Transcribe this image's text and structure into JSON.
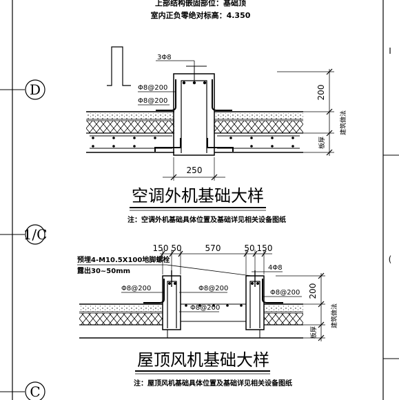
{
  "header": {
    "line1": "上部结构嵌固部位：基础顶",
    "line2": "室内正负零绝对标高：4.350"
  },
  "axes": [
    {
      "id": "D",
      "label": "D"
    },
    {
      "id": "1C",
      "label": "1/C"
    },
    {
      "id": "C",
      "label": "C"
    }
  ],
  "edge_labels": [
    "I",
    "("
  ],
  "detail1": {
    "rebar_top": "3Φ8",
    "stirrup_label": "Φ8@200",
    "bar_label": "Φ8@200",
    "height_dim": "200",
    "layer_label": "建筑做法",
    "slab_label": "板厚",
    "width_dim": "250",
    "title": "空调外机基础大样",
    "note": "注：空调外机基础具体位置及基础详见相关设备图纸"
  },
  "detail2": {
    "dims": [
      "150",
      "50",
      "570",
      "50",
      "150"
    ],
    "bolt_line1": "预埋4-M10.5X100地脚螺栓",
    "bolt_line2": "露出30~50mm",
    "rebar_top": "4Φ8",
    "left_label": "Φ8@200",
    "mid_label_top": "Φ8@200",
    "mid_label_bottom": "Φ8@200",
    "right_label": "Φ8@200",
    "height_dim": "200",
    "layer_label": "建筑做法",
    "slab_label": "板厚",
    "title": "屋顶风机基础大样",
    "note": "注：屋顶风机基础具体位置及基础详见相关设备图纸"
  }
}
